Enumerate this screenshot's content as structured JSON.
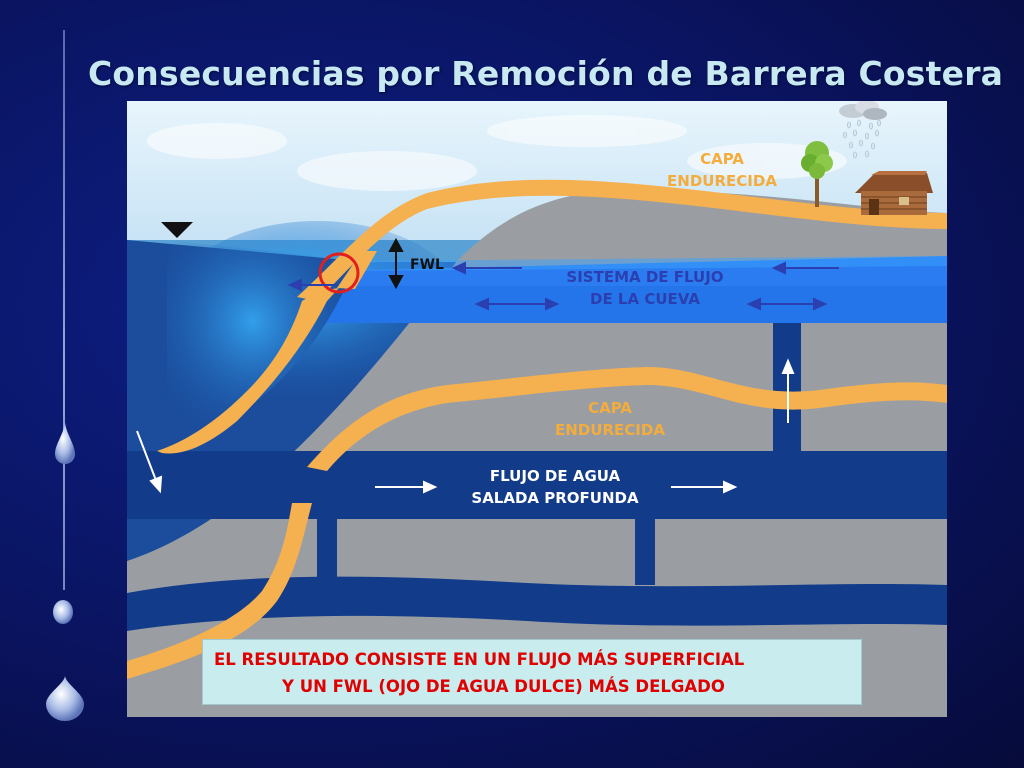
{
  "slide": {
    "title": "Consecuencias por Remoción de Barrera Costera"
  },
  "diagram": {
    "labels": {
      "capa_endurecida_top_line1": "CAPA",
      "capa_endurecida_top_line2": "ENDURECIDA",
      "fwl": "FWL",
      "cave_flow_line1": "SISTEMA DE FLUJO",
      "cave_flow_line2": "DE LA CUEVA",
      "capa_endurecida_mid_line1": "CAPA",
      "capa_endurecida_mid_line2": "ENDURECIDA",
      "deep_flow_line1": "FLUJO DE AGUA",
      "deep_flow_line2": "SALADA PROFUNDA"
    },
    "colors": {
      "sky": "#dff0fb",
      "sea": "#1f5fb4",
      "cave_water": "#2a7cf0",
      "rock": "#9a9ea3",
      "hard_layer": "#f5b04f",
      "deep_channel": "#123b8a",
      "label_orange": "#f4ad3c",
      "label_blue": "#2b3fb0",
      "highlight_circle": "#e02020"
    },
    "icons": [
      "water-table-triangle-icon",
      "rain-cloud-icon",
      "tree-icon",
      "house-icon",
      "drip-line-icon"
    ]
  },
  "result": {
    "line1": "EL RESULTADO CONSISTE EN UN FLUJO MÁS SUPERFICIAL",
    "line2": "Y UN FWL (OJO DE AGUA DULCE) MÁS DELGADO"
  }
}
